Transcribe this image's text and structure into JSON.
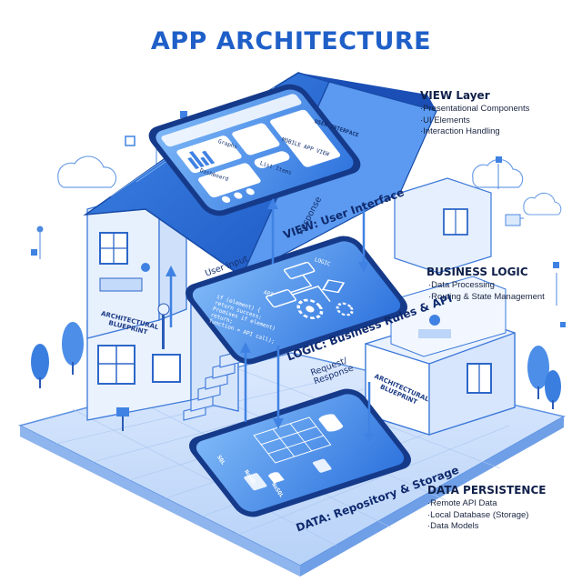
{
  "title": "APP ARCHITECTURE",
  "view_layer": {
    "heading": "VIEW Layer",
    "items": [
      "Presentational Components",
      "UI Elements",
      "Interaction Handling"
    ],
    "band_label": "VIEW: User Interface",
    "screen": {
      "header": "USER INTERFACE",
      "subheader": "MOBILE APP VIEW",
      "card1": "Graphs",
      "card2": "Dashboard",
      "card3": "List Items"
    }
  },
  "business_logic": {
    "heading": "BUSINESS LOGIC",
    "items": [
      "Data Processing",
      "Routing & State Management"
    ],
    "band_label": "LOGIC: Business Rules & API",
    "screen": {
      "node_logic": "LOGIC",
      "node_api": "API",
      "code": [
        "if (element) {",
        "  return success;",
        "  Promises if element)",
        "  return;",
        "  function = API call);"
      ]
    }
  },
  "data_persistence": {
    "heading": "DATA PERSISTENCE",
    "items": [
      "Remote API Data",
      "Local Database (Storage)",
      "Data Models"
    ],
    "band_label": "DATA: Repository & Storage",
    "screen": {
      "sql": "SQL",
      "nosql": "NoSQL",
      "local": "NoSQL"
    }
  },
  "flow_labels": {
    "user_input": "User Input",
    "response": "Response",
    "request_response": "Request/ Response"
  },
  "blueprint_labels": [
    "ARCHITECTURAL BLUEPRINT",
    "ARCHITECTURAL BLUEPRINT"
  ],
  "colors": {
    "primary": "#1f5fc8",
    "roof": "#2c6fd8",
    "phone": "#163a8a",
    "screen": "#4e9af0",
    "floor": "#cfe1fb",
    "wall": "#e3eefc",
    "line": "#3b78d9"
  }
}
